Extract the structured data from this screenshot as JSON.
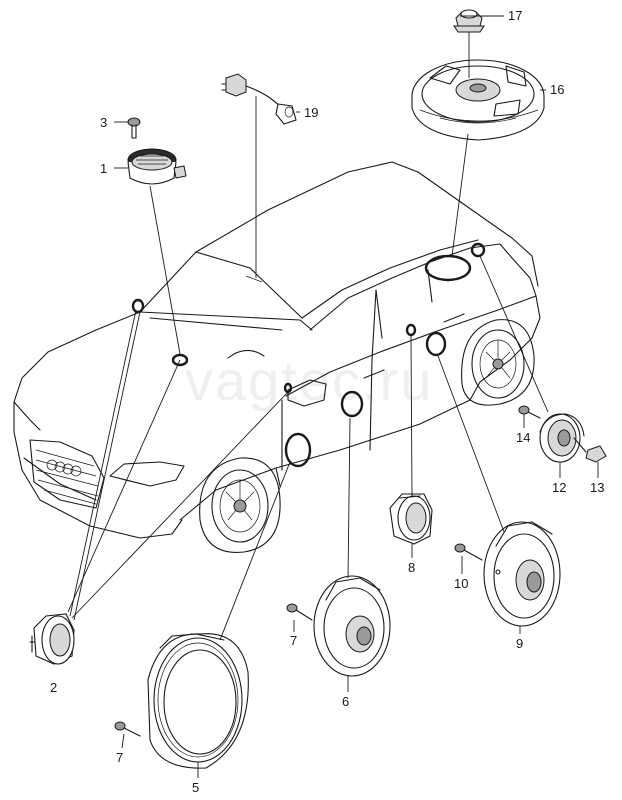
{
  "watermark": "vagtec.ru",
  "callouts": {
    "c1": "1",
    "c2": "2",
    "c3": "3",
    "c5": "5",
    "c6": "6",
    "c7a": "7",
    "c7b": "7",
    "c8": "8",
    "c9": "9",
    "c10": "10",
    "c12": "12",
    "c13": "13",
    "c14": "14",
    "c16": "16",
    "c17": "17",
    "c19": "19"
  }
}
